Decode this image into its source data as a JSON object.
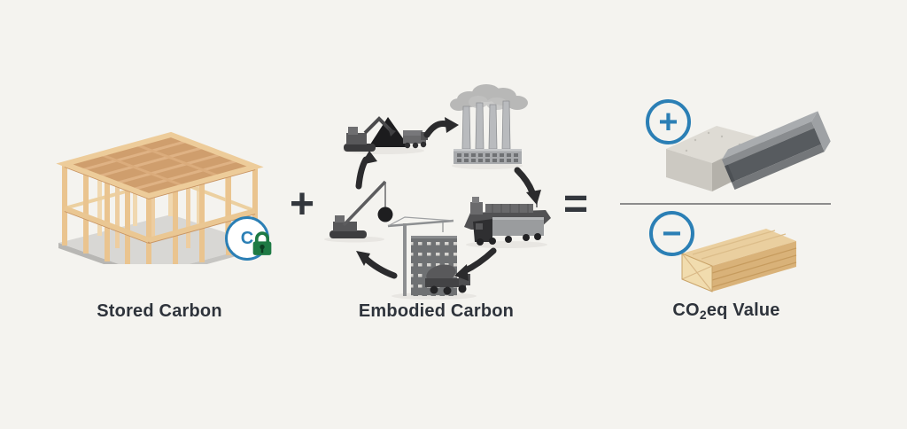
{
  "colors": {
    "background": "#f4f3ef",
    "accent_blue": "#2b7fb5",
    "lock_green": "#1e7a44",
    "text": "#2e333b",
    "operator": "#33373d",
    "artwork_gray": "#4c4c4e",
    "wood": "#eac88f",
    "divider": "#8c8c8c"
  },
  "operators": {
    "plus": "+",
    "equals": "="
  },
  "stored_carbon": {
    "label": "Stored Carbon",
    "badge_letter": "C",
    "icons": [
      "timber-frame-building-icon",
      "carbon-badge-icon",
      "lock-icon"
    ]
  },
  "embodied_carbon": {
    "label": "Embodied Carbon",
    "stages": [
      "extraction-excavator-icon",
      "factory-smokestacks-icon",
      "transport-ship-truck-icon",
      "construction-crane-building-icon",
      "demolition-wrecking-ball-icon"
    ]
  },
  "co2eq": {
    "label_prefix": "CO",
    "label_sub": "2",
    "label_suffix": "eq Value",
    "plus_badge": "+",
    "minus_badge": "−",
    "numerator_items": [
      "concrete-block-icon",
      "steel-ibeam-icon"
    ],
    "denominator_items": [
      "timber-beam-icon"
    ]
  }
}
